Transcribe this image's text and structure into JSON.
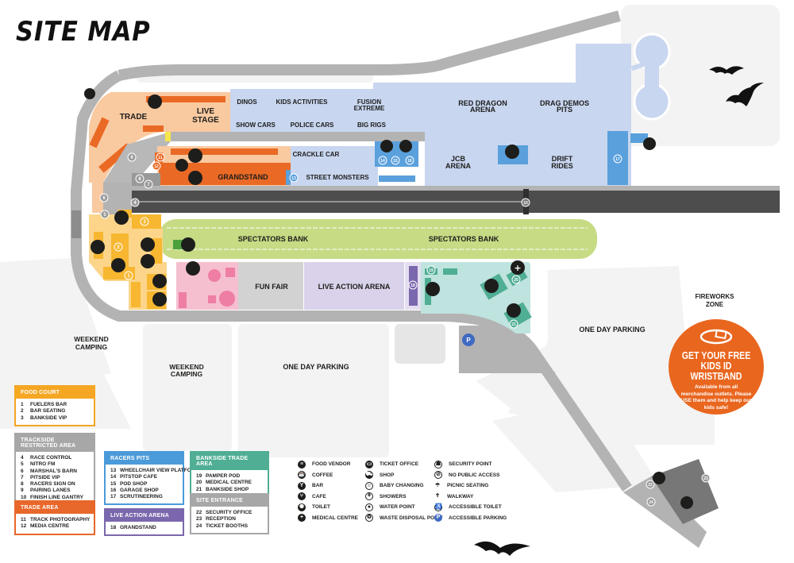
{
  "title": "SITE MAP",
  "zones": {
    "trade": "TRADE",
    "live_stage": [
      "LIVE",
      "STAGE"
    ],
    "dinos": "DINOS",
    "kids_activities": "KIDS ACTIVITIES",
    "fusion_extreme": [
      "FUSION",
      "EXTREME"
    ],
    "show_cars": "SHOW CARS",
    "police_cars": "POLICE CARS",
    "big_rigs": "BIG RIGS",
    "red_dragon_arena": [
      "RED DRAGON",
      "ARENA"
    ],
    "drag_demos_pits": [
      "DRAG DEMOS",
      "PITS"
    ],
    "crackle_car": "CRACKLE CAR",
    "grandstand": "GRANDSTAND",
    "street_monsters": "STREET MONSTERS",
    "jcb_arena": [
      "JCB",
      "ARENA"
    ],
    "drift_rides": [
      "DRIFT",
      "RIDES"
    ],
    "spectators_bank_1": "SPECTATORS BANK",
    "spectators_bank_2": "SPECTATORS BANK",
    "fun_fair": "FUN FAIR",
    "live_action_arena": "LIVE ACTION ARENA",
    "fireworks_zone": [
      "FIREWORKS",
      "ZONE"
    ],
    "one_day_parking_east": "ONE DAY PARKING",
    "one_day_parking_south": "ONE DAY PARKING",
    "weekend_camping_west": [
      "WEEKEND",
      "CAMPING"
    ],
    "weekend_camping_south": [
      "WEEKEND",
      "CAMPING"
    ]
  },
  "markers": [
    "1",
    "2",
    "3",
    "4",
    "5",
    "6",
    "7",
    "8",
    "9",
    "10",
    "11",
    "12",
    "13",
    "14",
    "15",
    "16",
    "17",
    "18",
    "19",
    "20",
    "21",
    "22",
    "23",
    "24"
  ],
  "legend": {
    "food_court": {
      "title": "FOOD COURT",
      "color": "#f5a623",
      "items": [
        {
          "n": "1",
          "label": "FUELERS BAR"
        },
        {
          "n": "2",
          "label": "BAR SEATING"
        },
        {
          "n": "3",
          "label": "BANKSIDE VIP"
        }
      ]
    },
    "trackside": {
      "title": "TRACKSIDE RESTRICTED AREA",
      "color": "#a7a7a7",
      "items": [
        {
          "n": "4",
          "label": "RACE CONTROL"
        },
        {
          "n": "5",
          "label": "NITRO FM"
        },
        {
          "n": "6",
          "label": "MARSHAL'S BARN"
        },
        {
          "n": "7",
          "label": "PITSIDE VIP"
        },
        {
          "n": "8",
          "label": "RACERS SIGN ON"
        },
        {
          "n": "9",
          "label": "PAIRING LANES"
        },
        {
          "n": "10",
          "label": "FINISH LINE GANTRY"
        }
      ]
    },
    "trade_area": {
      "title": "TRADE AREA",
      "color": "#e8672a",
      "items": [
        {
          "n": "11",
          "label": "TRACK PHOTOGRAPHY"
        },
        {
          "n": "12",
          "label": "MEDIA CENTRE"
        }
      ]
    },
    "racers_pits": {
      "title": "RACERS PITS",
      "color": "#4b9ad9",
      "items": [
        {
          "n": "13",
          "label": "WHEELCHAIR VIEW PLATFORM"
        },
        {
          "n": "14",
          "label": "PITSTOP CAFE"
        },
        {
          "n": "15",
          "label": "POD SHOP"
        },
        {
          "n": "16",
          "label": "GARAGE SHOP"
        },
        {
          "n": "17",
          "label": "SCRUTINEERING"
        }
      ]
    },
    "live_action_arena": {
      "title": "LIVE ACTION ARENA",
      "color": "#7b67ad",
      "items": [
        {
          "n": "18",
          "label": "GRANDSTAND"
        }
      ]
    },
    "bankside_trade": {
      "title": "BANKSIDE TRADE AREA",
      "color": "#4fae94",
      "items": [
        {
          "n": "19",
          "label": "PAMPER POD"
        },
        {
          "n": "20",
          "label": "MEDICAL CENTRE"
        },
        {
          "n": "21",
          "label": "BANKSIDE SHOP"
        }
      ]
    },
    "site_entrance": {
      "title": "SITE ENTRANCE",
      "color": "#a7a7a7",
      "items": [
        {
          "n": "22",
          "label": "SECURITY OFFICE"
        },
        {
          "n": "23",
          "label": "RECEPTION"
        },
        {
          "n": "24",
          "label": "TICKET BOOTHS"
        }
      ]
    }
  },
  "icon_key": [
    [
      {
        "icon": "food-vendor-icon",
        "glyph": "≡",
        "label": "FOOD VENDOR",
        "style": "filled"
      },
      {
        "icon": "coffee-icon",
        "glyph": "☕",
        "label": "COFFEE",
        "style": "filled"
      },
      {
        "icon": "bar-icon",
        "glyph": "Y",
        "label": "BAR",
        "style": "filled"
      },
      {
        "icon": "cafe-icon",
        "glyph": "⑂",
        "label": "CAFE",
        "style": "filled"
      },
      {
        "icon": "toilet-icon",
        "glyph": "⚉",
        "label": "TOILET",
        "style": "filled"
      },
      {
        "icon": "medical-centre-icon",
        "glyph": "+",
        "label": "MEDICAL CENTRE",
        "style": "filled"
      }
    ],
    [
      {
        "icon": "ticket-office-icon",
        "glyph": "▭",
        "label": "TICKET OFFICE",
        "style": "filled"
      },
      {
        "icon": "shop-icon",
        "glyph": "⛟",
        "label": "SHOP",
        "style": "filled"
      },
      {
        "icon": "baby-changing-icon",
        "glyph": "☺",
        "label": "BABY CHANGING",
        "style": "outline"
      },
      {
        "icon": "showers-icon",
        "glyph": "⚘",
        "label": "SHOWERS",
        "style": "outline"
      },
      {
        "icon": "water-point-icon",
        "glyph": "●",
        "label": "WATER POINT",
        "style": "outline"
      },
      {
        "icon": "waste-disposal-icon",
        "glyph": "♻",
        "label": "WASTE DISPOSAL POINT",
        "style": "outline"
      }
    ],
    [
      {
        "icon": "security-point-icon",
        "glyph": "☗",
        "label": "SECURITY POINT",
        "style": "outline"
      },
      {
        "icon": "no-public-access-icon",
        "glyph": "⊘",
        "label": "NO PUBLIC ACCESS",
        "style": "outline"
      },
      {
        "icon": "picnic-seating-icon",
        "glyph": "☂",
        "label": "PICNIC SEATING",
        "style": "plain"
      },
      {
        "icon": "walkway-icon",
        "glyph": "✝",
        "label": "WALKWAY",
        "style": "plain"
      },
      {
        "icon": "accessible-toilet-icon",
        "glyph": "♿",
        "label": "ACCESSIBLE TOILET",
        "style": "outline"
      },
      {
        "icon": "accessible-parking-icon",
        "glyph": "P",
        "label": "ACCESSIBLE PARKING",
        "style": "blue"
      }
    ]
  ],
  "promo": {
    "headline": "GET YOUR FREE KIDS ID WRISTBAND",
    "body": "Available from all merchandise outlets. Please USE them and help keep our kids safe!",
    "color": "#e9661f"
  },
  "colors": {
    "trade": "#f9c9a0",
    "trade_dark": "#ea6a25",
    "arena_blue": "#c8d6f0",
    "pits_blue": "#5aa0dc",
    "food_court": "#f7b731",
    "spectators_green": "#c6db84",
    "fun_fair_pink": "#f5bfd0",
    "live_action_lilac": "#d9d2ea",
    "bankside_teal": "#bfe3df",
    "track": "#4d4d4d",
    "road": "#b3b3b3",
    "ground": "#f2f2f2"
  }
}
